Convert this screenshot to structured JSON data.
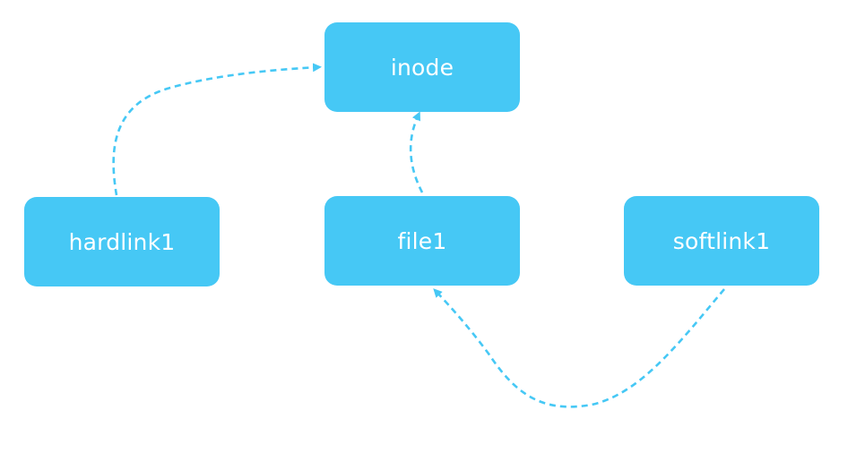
{
  "colors": {
    "node_fill": "#46C8F5",
    "arrow": "#46C8F5",
    "node_text": "#FFFFFF",
    "background": "#FFFFFF"
  },
  "nodes": {
    "inode": {
      "label": "inode"
    },
    "hardlink1": {
      "label": "hardlink1"
    },
    "file1": {
      "label": "file1"
    },
    "softlink1": {
      "label": "softlink1"
    }
  },
  "links": [
    {
      "from": "hardlink1",
      "to": "inode",
      "style": "dashed-arrow"
    },
    {
      "from": "file1",
      "to": "inode",
      "style": "dashed-arrow"
    },
    {
      "from": "softlink1",
      "to": "file1",
      "style": "dashed-arrow"
    }
  ]
}
